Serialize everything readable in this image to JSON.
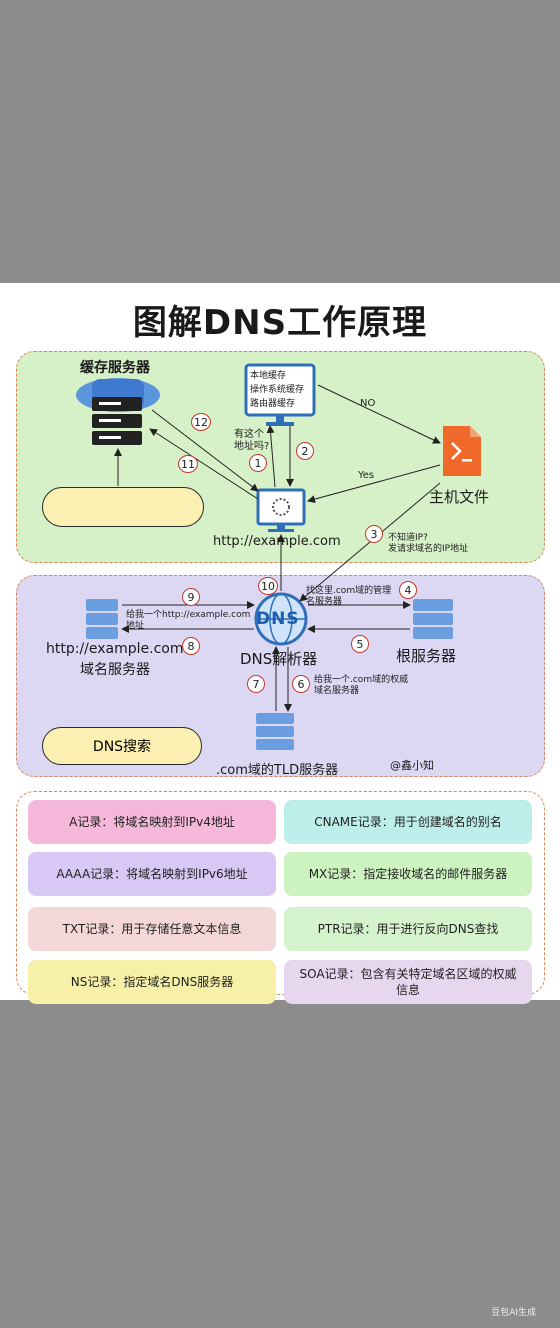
{
  "title": "图解DNS工作原理",
  "nodes": {
    "cache_server": "缓存服务器",
    "local_cache_lines": [
      "本地缓存",
      "操作系统缓存",
      "路由器缓存"
    ],
    "host_file": "主机文件",
    "browser_url": "http://example.com",
    "resolver": "DNS解析器",
    "dns_logo": "DNS",
    "root_server": "根服务器",
    "domain_server_url": "http://example.com",
    "domain_server_label": "域名服务器",
    "tld_server": ".com域的TLD服务器",
    "author": "@鑫小知"
  },
  "edge_labels": {
    "no": "NO",
    "yes": "Yes",
    "cache_q1": "有这个",
    "cache_q2": "地址吗?",
    "ask_ip": "不知道IP?",
    "ask_root": "发请求域名的IP地址",
    "root_reply1": "找这里.com域的管理",
    "root_reply2": "名服务器",
    "tld_reply1": "给我一个.com域的权威",
    "tld_reply2": "域名服务器",
    "auth_q1": "给我一个http://example.com",
    "auth_q2": "地址"
  },
  "steps": [
    "1",
    "2",
    "3",
    "4",
    "5",
    "6",
    "7",
    "8",
    "9",
    "10",
    "11",
    "12"
  ],
  "search_pill": "DNS搜索",
  "records": [
    {
      "text": "A记录：将域名映射到IPv4地址",
      "color": "#f5b8da"
    },
    {
      "text": "CNAME记录：用于创建域名的别名",
      "color": "#bdeeea"
    },
    {
      "text": "AAAA记录：将域名映射到IPv6地址",
      "color": "#d8c8f5"
    },
    {
      "text": "MX记录：指定接收域名的邮件服务器",
      "color": "#cdf3c0"
    },
    {
      "text": "TXT记录：用于存储任意文本信息",
      "color": "#f4d8d8"
    },
    {
      "text": "PTR记录：用于进行反向DNS查找",
      "color": "#d4f3cc"
    },
    {
      "text": "NS记录：指定域名DNS服务器",
      "color": "#f7f0a8"
    },
    {
      "text": "SOA记录：包含有关特定域名区域的权威信息",
      "color": "#e6d6ee"
    }
  ],
  "watermark": "豆包AI生成",
  "colors": {
    "panel_green": "#d6f1c8",
    "panel_purple": "#dcd8f3",
    "accent_orange": "#ef6a2a",
    "server_blue": "#5a8fd8"
  }
}
